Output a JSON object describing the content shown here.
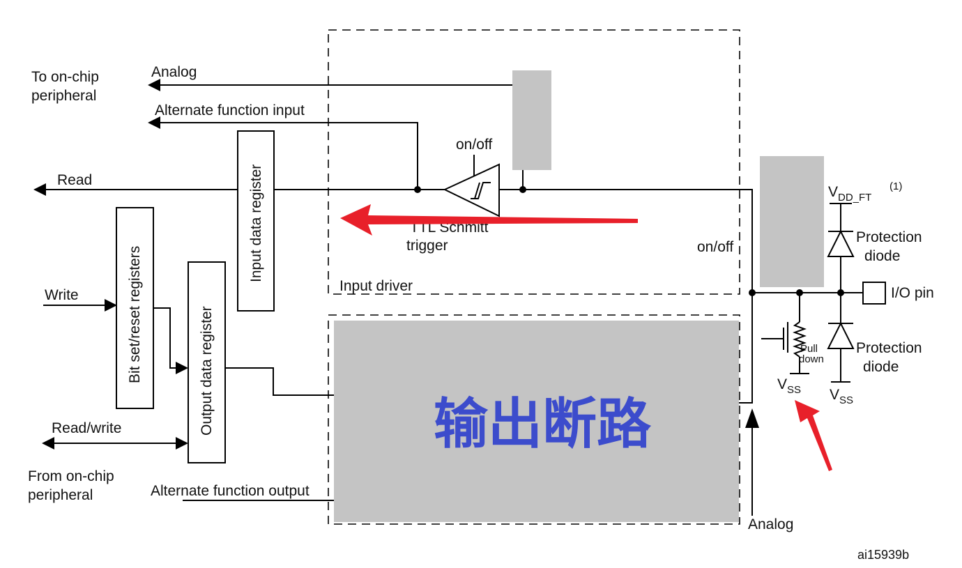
{
  "labels": {
    "to_peripheral": [
      "To on-chip",
      "peripheral"
    ],
    "from_peripheral": [
      "From on-chip",
      "peripheral"
    ],
    "analog_top": "Analog",
    "alt_input": "Alternate function input",
    "read": "Read",
    "write": "Write",
    "read_write": "Read/write",
    "alt_output": "Alternate function output",
    "input_data_register": "Input data register",
    "bit_set_reset": "Bit set/reset registers",
    "output_data_register": "Output data register",
    "on_off_schmitt": "on/off",
    "schmitt": [
      "TTL Schmitt",
      "trigger"
    ],
    "input_driver": "Input driver",
    "on_off_right": "on/off",
    "vdd_main": "V",
    "vdd_sub": "DD_FT",
    "vdd_note": "(1)",
    "protection_diode_top": [
      "Protection",
      "diode"
    ],
    "protection_diode_bottom": [
      "Protection",
      "diode"
    ],
    "io_pin": "I/O pin",
    "pull_down": [
      "Pull",
      "down"
    ],
    "vss_main": "V",
    "vss_sub": "SS",
    "analog_bottom": "Analog",
    "output_overlay": "输出断路",
    "figure_ref": "ai15939b"
  },
  "colors": {
    "overlay_fill": "#c4c4c4",
    "overlay_text": "#3c4ccc",
    "annotation_arrow": "#e8202a"
  }
}
